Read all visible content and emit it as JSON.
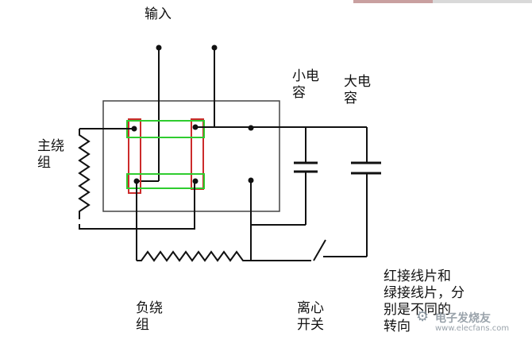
{
  "labels": {
    "input": "输入",
    "small_cap": "小电\n容",
    "big_cap": "大电\n容",
    "main_winding": "主绕\n组",
    "aux_winding": "负绕\n组",
    "centrifugal_switch": "离心\n开关",
    "note": "红接线片和\n绿接线片，分\n别是不同的\n转向"
  },
  "watermark": {
    "text": "电子发烧友",
    "domain": "www.elecfans.com"
  },
  "colors": {
    "line": "#111111",
    "box": "#444444",
    "red_strip": "#cc2b2b",
    "green_strip": "#2fcc2f",
    "top_red": "#c9a0a0",
    "top_gray": "#d9d9d9"
  }
}
